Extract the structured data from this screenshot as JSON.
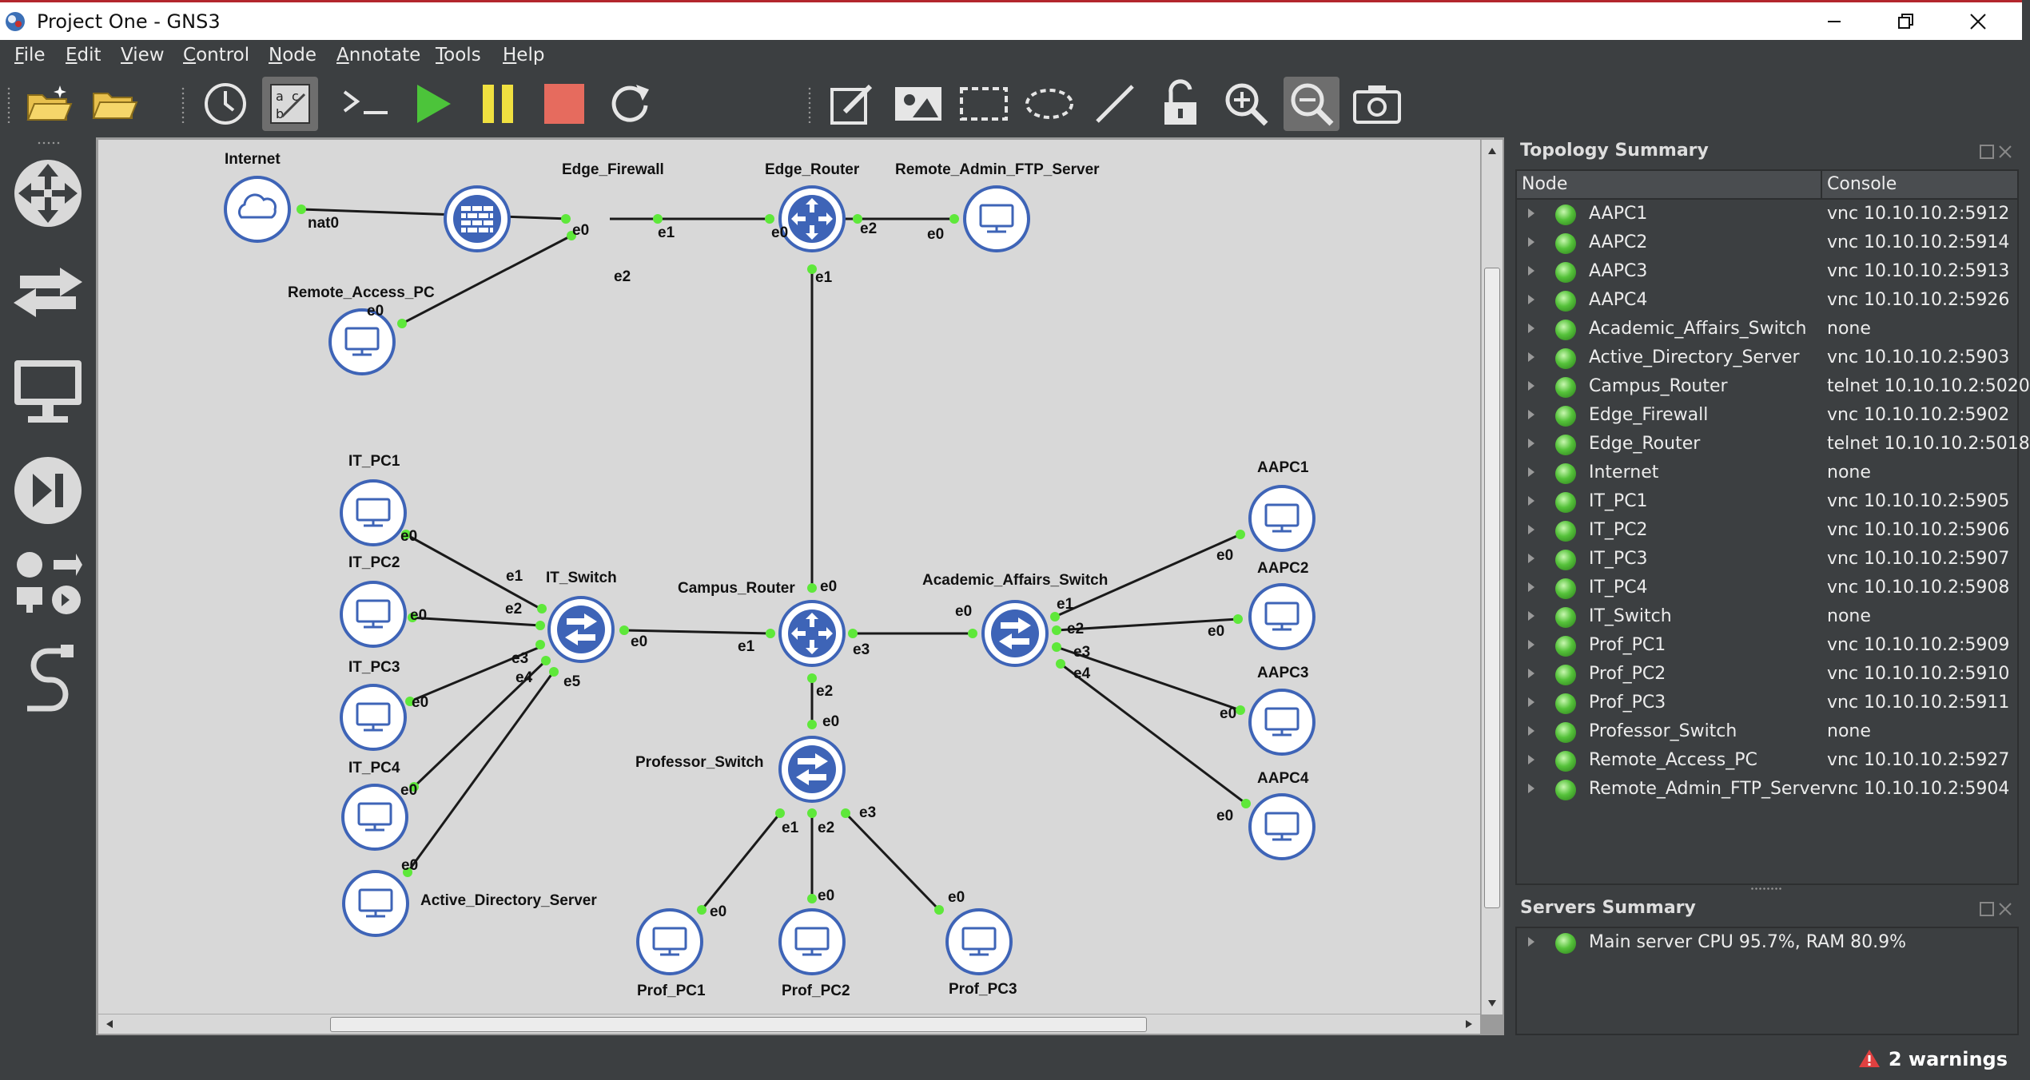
{
  "window": {
    "title": "Project One - GNS3"
  },
  "menu": [
    "File",
    "Edit",
    "View",
    "Control",
    "Node",
    "Annotate",
    "Tools",
    "Help"
  ],
  "colors": {
    "link_dot": "#5ee83a",
    "node_stroke": "#3e64b7",
    "node_fill": "#ffffff",
    "canvas": "#d8d8d8",
    "panel": "#3c3f41"
  },
  "toolbar_icons": [
    "open-project-icon",
    "open-folder-icon",
    "snapshot-clock-icon",
    "show-interface-labels-icon",
    "console-all-icon",
    "start-all-icon",
    "suspend-all-icon",
    "stop-all-icon",
    "reload-all-icon",
    "add-note-icon",
    "insert-image-icon",
    "draw-rectangle-icon",
    "draw-ellipse-icon",
    "draw-line-icon",
    "lock-icon",
    "zoom-in-icon",
    "zoom-out-icon",
    "screenshot-icon"
  ],
  "nodes": {
    "internet": {
      "label": "Internet"
    },
    "edge_firewall": {
      "label": "Edge_Firewall"
    },
    "edge_router": {
      "label": "Edge_Router"
    },
    "ftp": {
      "label": "Remote_Admin_FTP_Server"
    },
    "rapc": {
      "label": "Remote_Access_PC"
    },
    "itpc1": {
      "label": "IT_PC1"
    },
    "itpc2": {
      "label": "IT_PC2"
    },
    "itpc3": {
      "label": "IT_PC3"
    },
    "itpc4": {
      "label": "IT_PC4"
    },
    "ad": {
      "label": "Active_Directory_Server"
    },
    "itsw": {
      "label": "IT_Switch"
    },
    "campus": {
      "label": "Campus_Router"
    },
    "aasw": {
      "label": "Academic_Affairs_Switch"
    },
    "profsw": {
      "label": "Professor_Switch"
    },
    "aapc1": {
      "label": "AAPC1"
    },
    "aapc2": {
      "label": "AAPC2"
    },
    "aapc3": {
      "label": "AAPC3"
    },
    "aapc4": {
      "label": "AAPC4"
    },
    "prof1": {
      "label": "Prof_PC1"
    },
    "prof2": {
      "label": "Prof_PC2"
    },
    "prof3": {
      "label": "Prof_PC3"
    }
  },
  "iface": {
    "nat0": "nat0",
    "e0": "e0",
    "e1": "e1",
    "e2": "e2",
    "e3": "e3",
    "e4": "e4",
    "e5": "e5"
  },
  "topology": {
    "title": "Topology Summary",
    "col_node": "Node",
    "col_console": "Console",
    "rows": [
      {
        "node": "AAPC1",
        "console": "vnc 10.10.10.2:5912"
      },
      {
        "node": "AAPC2",
        "console": "vnc 10.10.10.2:5914"
      },
      {
        "node": "AAPC3",
        "console": "vnc 10.10.10.2:5913"
      },
      {
        "node": "AAPC4",
        "console": "vnc 10.10.10.2:5926"
      },
      {
        "node": "Academic_Affairs_Switch",
        "console": "none"
      },
      {
        "node": "Active_Directory_Server",
        "console": "vnc 10.10.10.2:5903"
      },
      {
        "node": "Campus_Router",
        "console": "telnet 10.10.10.2:5020"
      },
      {
        "node": "Edge_Firewall",
        "console": "vnc 10.10.10.2:5902"
      },
      {
        "node": "Edge_Router",
        "console": "telnet 10.10.10.2:5018"
      },
      {
        "node": "Internet",
        "console": "none"
      },
      {
        "node": "IT_PC1",
        "console": "vnc 10.10.10.2:5905"
      },
      {
        "node": "IT_PC2",
        "console": "vnc 10.10.10.2:5906"
      },
      {
        "node": "IT_PC3",
        "console": "vnc 10.10.10.2:5907"
      },
      {
        "node": "IT_PC4",
        "console": "vnc 10.10.10.2:5908"
      },
      {
        "node": "IT_Switch",
        "console": "none"
      },
      {
        "node": "Prof_PC1",
        "console": "vnc 10.10.10.2:5909"
      },
      {
        "node": "Prof_PC2",
        "console": "vnc 10.10.10.2:5910"
      },
      {
        "node": "Prof_PC3",
        "console": "vnc 10.10.10.2:5911"
      },
      {
        "node": "Professor_Switch",
        "console": "none"
      },
      {
        "node": "Remote_Access_PC",
        "console": "vnc 10.10.10.2:5927"
      },
      {
        "node": "Remote_Admin_FTP_Server",
        "console": "vnc 10.10.10.2:5904"
      }
    ]
  },
  "servers": {
    "title": "Servers Summary",
    "main": "Main server CPU 95.7%, RAM 80.9%"
  },
  "status": {
    "warnings": "2 warnings"
  }
}
